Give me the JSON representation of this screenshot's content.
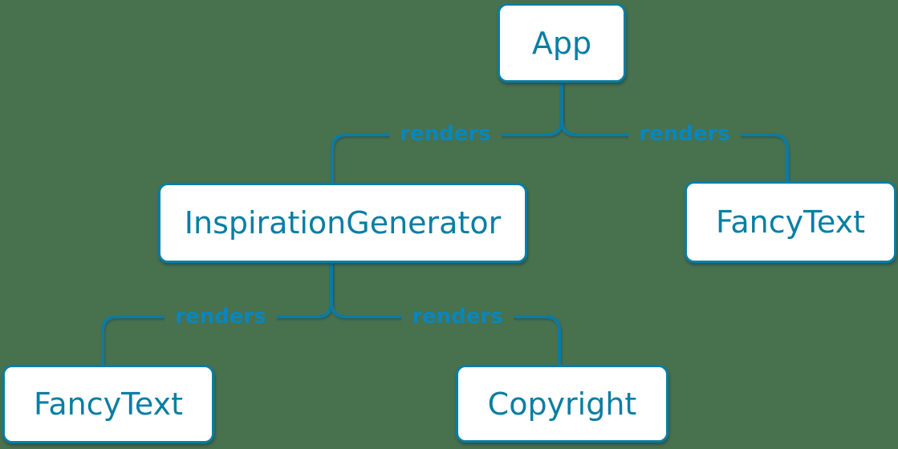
{
  "colors": {
    "background": "#48714e",
    "node_fill": "#ffffff",
    "node_border": "#087ea4",
    "node_text": "#087ea4",
    "edge_line": "#0c7ba3",
    "edge_label_text": "#0a86bd"
  },
  "nodes": [
    {
      "id": "app",
      "label": "App"
    },
    {
      "id": "inspiration-generator",
      "label": "InspirationGenerator"
    },
    {
      "id": "fancy-text-top",
      "label": "FancyText"
    },
    {
      "id": "fancy-text-bottom",
      "label": "FancyText"
    },
    {
      "id": "copyright",
      "label": "Copyright"
    }
  ],
  "edges": [
    {
      "from": "App",
      "to": "InspirationGenerator",
      "label": "renders"
    },
    {
      "from": "App",
      "to": "FancyText",
      "label": "renders"
    },
    {
      "from": "InspirationGenerator",
      "to": "FancyText",
      "label": "renders"
    },
    {
      "from": "InspirationGenerator",
      "to": "Copyright",
      "label": "renders"
    }
  ]
}
